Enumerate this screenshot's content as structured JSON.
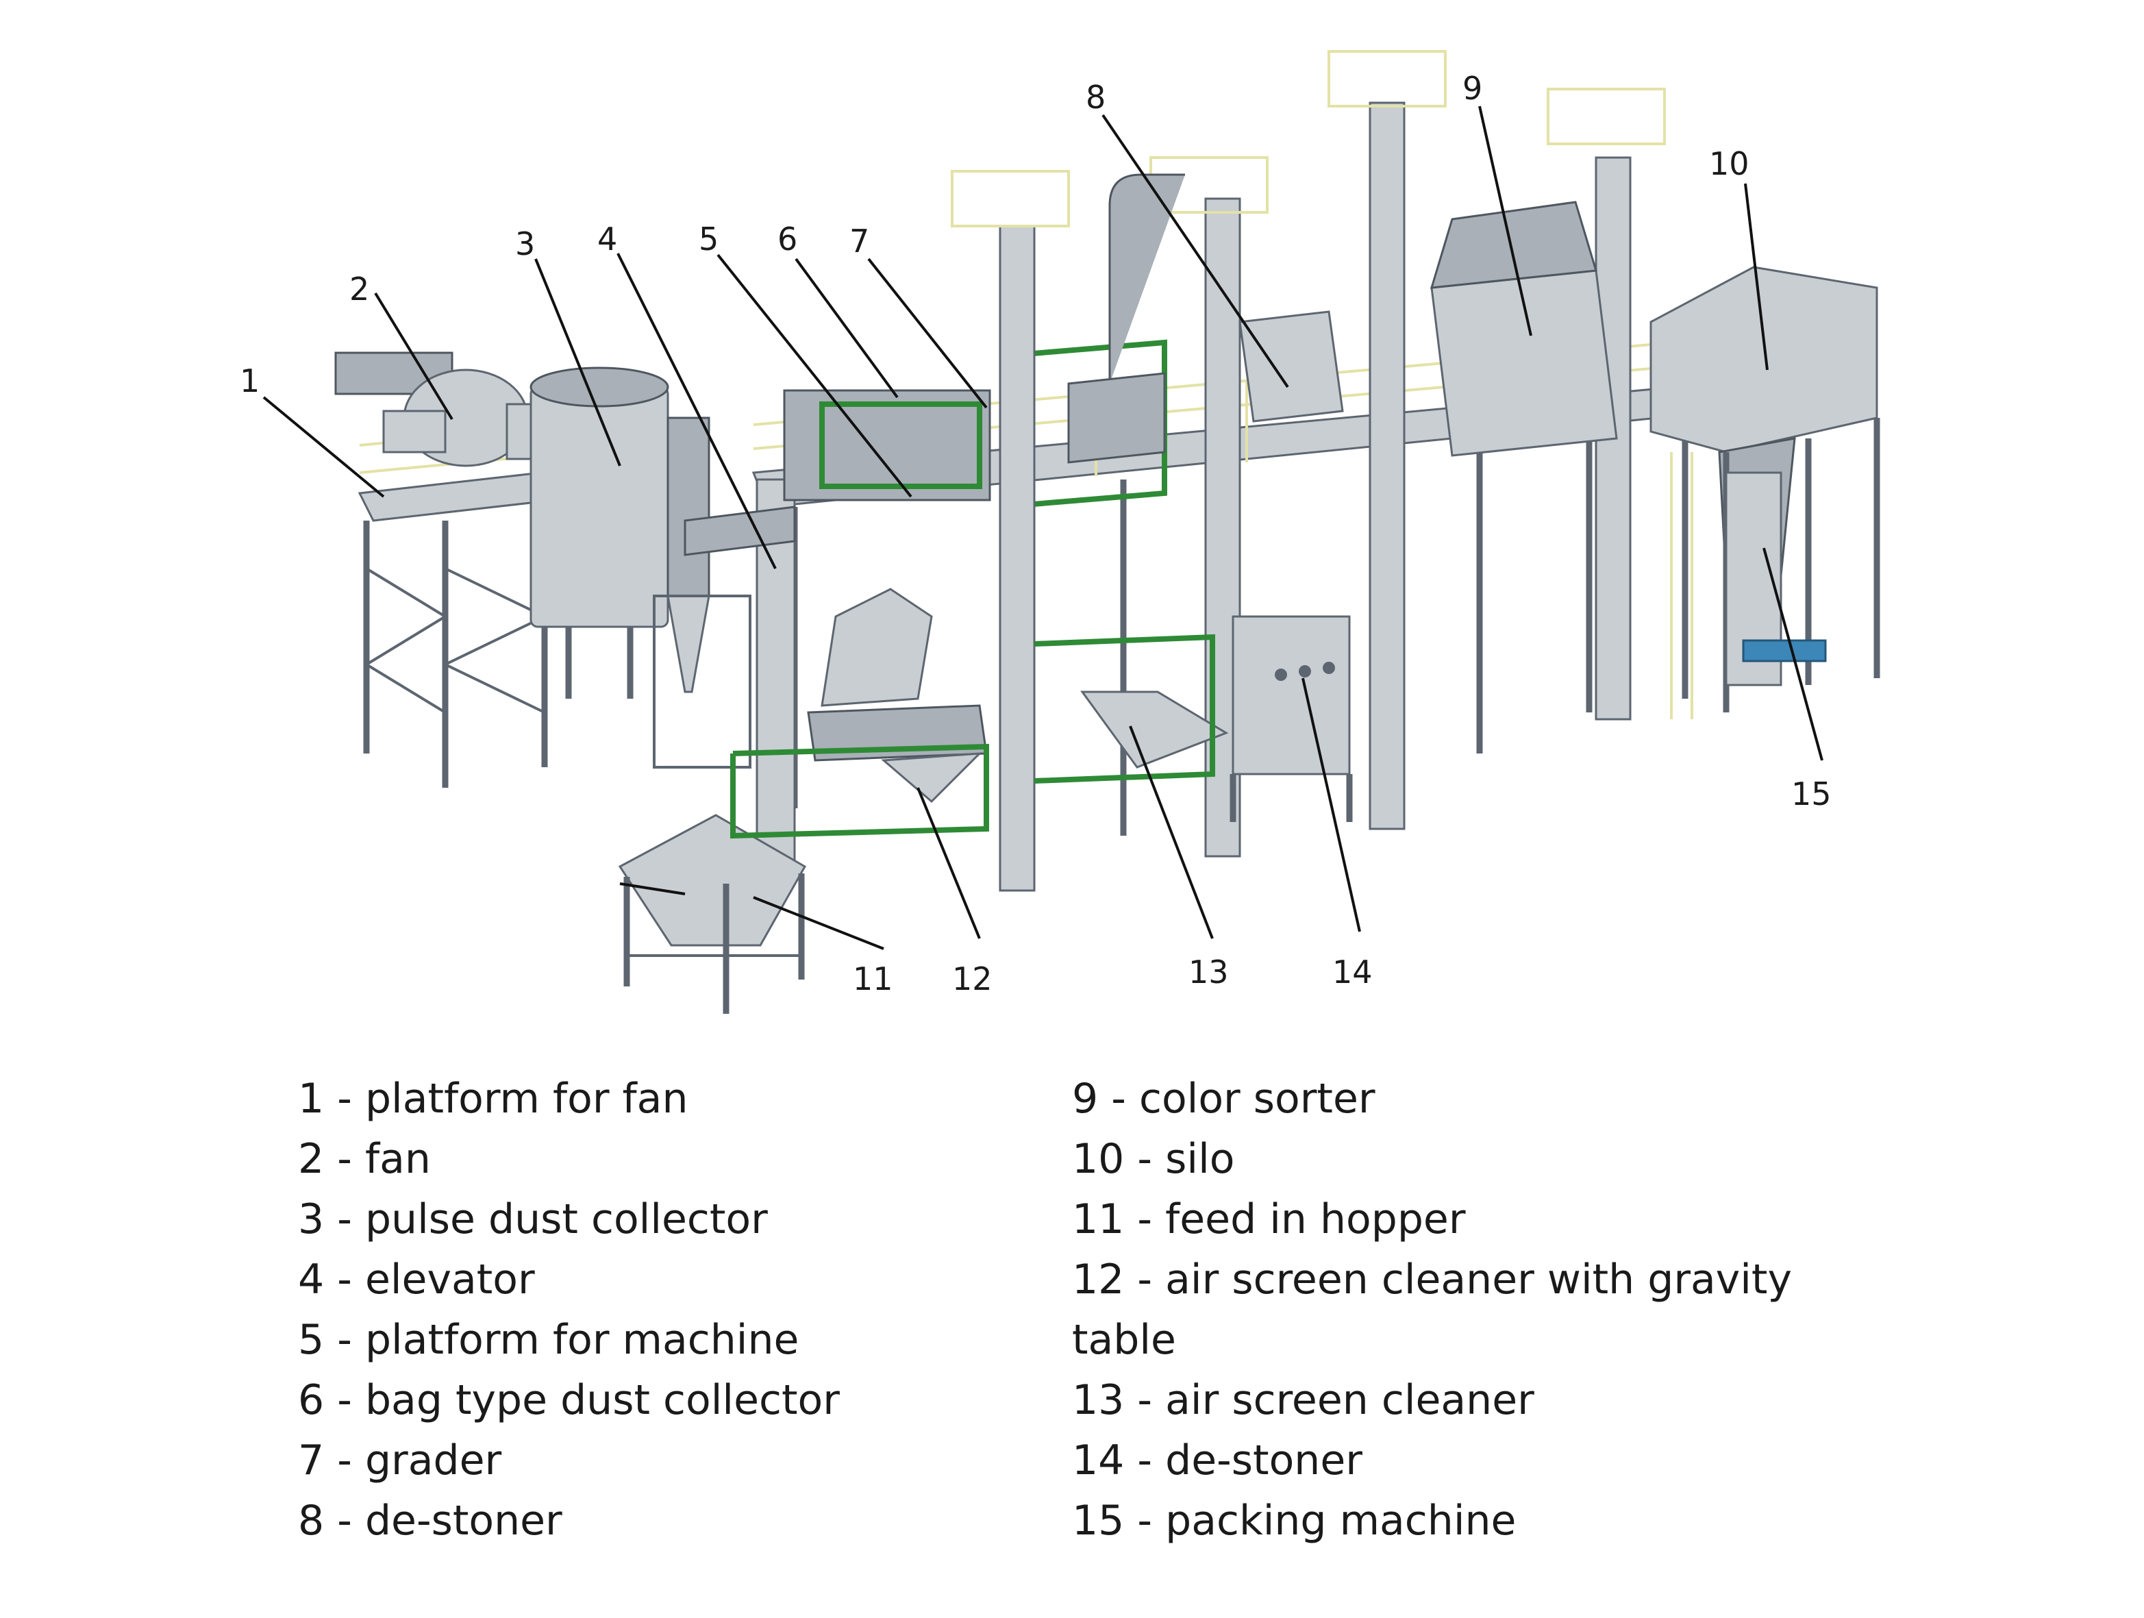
{
  "callouts": [
    {
      "number": "1"
    },
    {
      "number": "2"
    },
    {
      "number": "3"
    },
    {
      "number": "4"
    },
    {
      "number": "5"
    },
    {
      "number": "6"
    },
    {
      "number": "7"
    },
    {
      "number": "8"
    },
    {
      "number": "9"
    },
    {
      "number": "10"
    },
    {
      "number": "11"
    },
    {
      "number": "12"
    },
    {
      "number": "13"
    },
    {
      "number": "14"
    },
    {
      "number": "15"
    }
  ],
  "legend_left": [
    "1 - platform for fan",
    "2 - fan",
    "3 - pulse dust collector",
    "4 - elevator",
    "5 - platform for machine",
    "6 - bag type dust collector",
    "7 - grader",
    "8 - de-stoner"
  ],
  "legend_right": [
    "9 - color sorter",
    "10 - silo",
    "11 - feed in hopper",
    "12 - air screen cleaner with gravity table",
    "13 - air screen cleaner",
    "14 - de-stoner",
    "15 - packing machine"
  ],
  "colors": {
    "metal": "#c9ced3",
    "railing": "#e3e2a7",
    "frame_green": "#2f8a36",
    "conveyor_blue": "#3c86b8"
  }
}
